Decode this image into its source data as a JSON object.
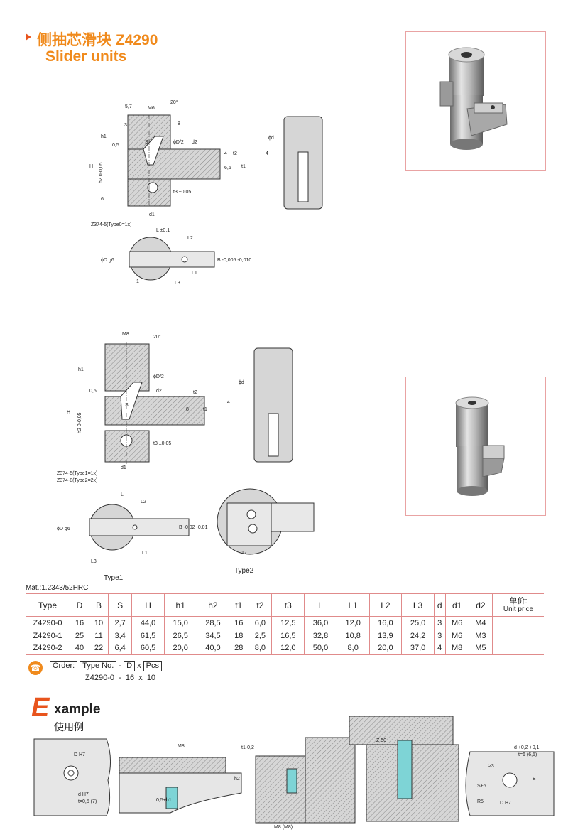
{
  "header": {
    "title_cn": "侧抽芯滑块 Z4290",
    "title_en": "Slider units"
  },
  "drawing1": {
    "labels": {
      "d57": "5,7",
      "m6": "M6",
      "deg20": "20°",
      "d3": "3",
      "d8": "8",
      "phid2": "ϕD/2",
      "s": "S",
      "d2": "d2",
      "h1": "h1",
      "d05": "0,5",
      "h": "H",
      "h2tol": "h2 0-0,05",
      "d4": "4",
      "t2": "t2",
      "d65": "6,5",
      "t1": "t1",
      "t3": "t3 ±0,05",
      "d6": "6",
      "d1": "d1",
      "z374": "Z374-5(Type0=1x)",
      "phid": "ϕd",
      "ld": "4",
      "l": "L ±0,1",
      "l2": "L2",
      "phidg6": "ϕD g6",
      "btol": "B -0,005 -0,010",
      "l1": "L1",
      "one": "1",
      "l3": "L3"
    }
  },
  "drawing2": {
    "labels": {
      "m8": "M8",
      "deg20": "20°",
      "phid2": "ϕD/2",
      "d2": "d2",
      "h1": "h1",
      "d05": "0,5",
      "h": "H",
      "h2tol": "h2 0-0,05",
      "t2": "t2",
      "d8": "8",
      "t1": "t1",
      "s": "S",
      "t3": "t3 ±0,05",
      "d1": "d1",
      "z374a": "Z374-5(Type1=1x)",
      "z374b": "Z374-8(Type2=2x)",
      "phid": "ϕd",
      "d4": "4",
      "l": "L",
      "l2": "L2",
      "phidg6": "ϕD g6",
      "btol": "B -0,02 -0,01",
      "l1": "L1",
      "l3": "L3",
      "type1": "Type1",
      "d17": "17",
      "type2": "Type2"
    }
  },
  "material": "Mat.:1.2343/52HRC",
  "table": {
    "headers": [
      "Type",
      "D",
      "B",
      "S",
      "H",
      "h1",
      "h2",
      "t1",
      "t2",
      "t3",
      "L",
      "L1",
      "L2",
      "L3",
      "d",
      "d1",
      "d2"
    ],
    "unit_price_cn": "单价:",
    "unit_price_en": "Unit price",
    "rows": [
      [
        "Z4290-0",
        "16",
        "10",
        "2,7",
        "44,0",
        "15,0",
        "28,5",
        "16",
        "6,0",
        "12,5",
        "36,0",
        "12,0",
        "16,0",
        "25,0",
        "3",
        "M6",
        "M4"
      ],
      [
        "Z4290-1",
        "25",
        "11",
        "3,4",
        "61,5",
        "26,5",
        "34,5",
        "18",
        "2,5",
        "16,5",
        "32,8",
        "10,8",
        "13,9",
        "24,2",
        "3",
        "M6",
        "M3"
      ],
      [
        "Z4290-2",
        "40",
        "22",
        "6,4",
        "60,5",
        "20,0",
        "40,0",
        "28",
        "8,0",
        "12,0",
        "50,0",
        "8,0",
        "20,0",
        "37,0",
        "4",
        "M8",
        "M5"
      ]
    ]
  },
  "order": {
    "label": "Order:",
    "type_no": "Type No.",
    "dash": "-",
    "d": "D",
    "x": "x",
    "pcs": "Pcs",
    "example": "Z4290-0  -  16  x  10"
  },
  "example": {
    "e": "E",
    "rest": "xample",
    "cn": "使用例",
    "labels": {
      "dh7": "D H7",
      "dh7b": "d H7",
      "t06": "t=0,5 (7)",
      "m8": "M8",
      "h05": "0,5+h1",
      "h2": "h2",
      "t1": "t1-0,2",
      "m8b": "M8 (M8)",
      "z50": "Z 50",
      "s3": "≥3",
      "d02": "d +0,2 +0,1",
      "t6": "t=6 (6,5)",
      "r5": "R5",
      "dh7c": "D H7",
      "b": "B",
      "s6": "S+6"
    }
  },
  "colors": {
    "accent": "#f08a1c",
    "arrow": "#e8541d",
    "table_border": "#e08b8b",
    "photo_border": "#e9a3a3",
    "hatch": "#888888"
  }
}
